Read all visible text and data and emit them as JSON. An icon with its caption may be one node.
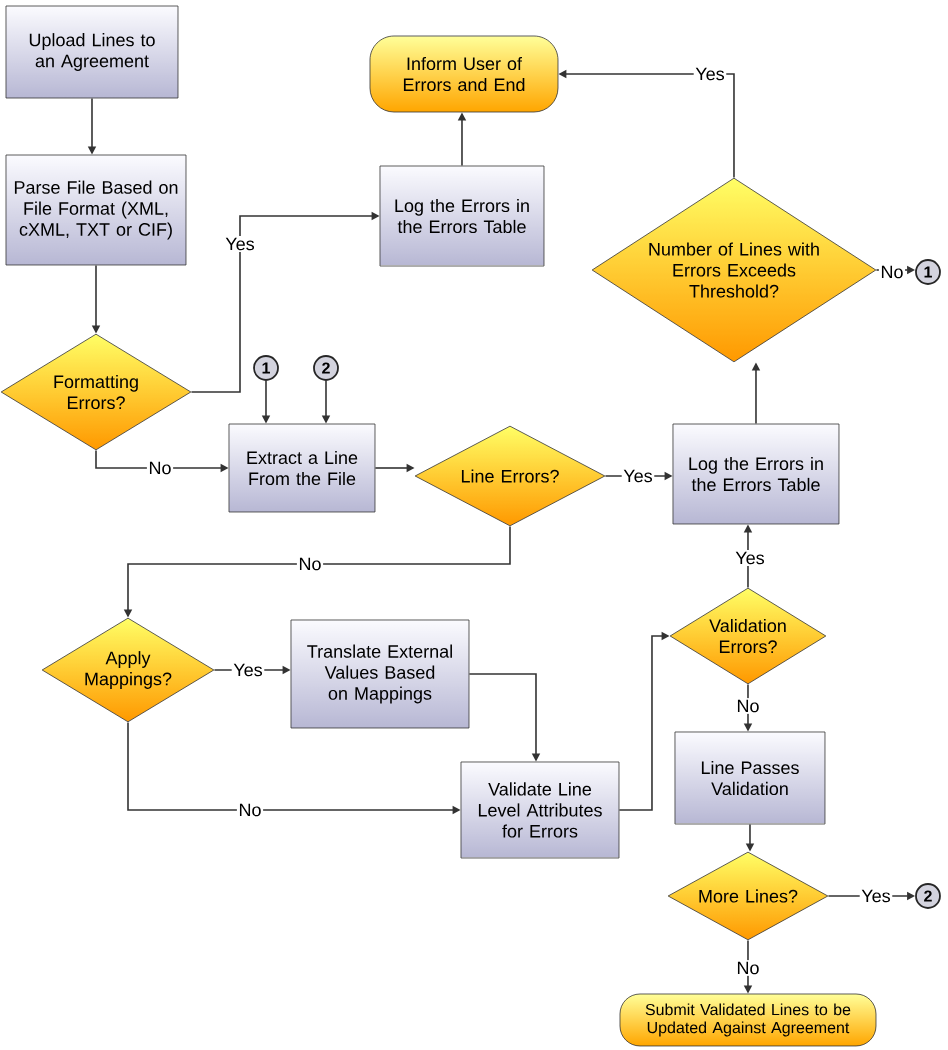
{
  "diagram": {
    "nodes": [
      {
        "text": [
          "Upload Lines to an Agreement"
        ]
      },
      {
        "text": [
          "Parse File Based on File Format (XML, cXML, TXT or CIF)"
        ]
      },
      {
        "text": [
          "Formatting Errors?"
        ]
      },
      {
        "text": [
          "Log the Errors in the Errors Table"
        ]
      },
      {
        "text": [
          "Inform User of Errors and End"
        ]
      },
      {
        "text": [
          "Number of Lines with Errors Exceeds Threshold?"
        ]
      },
      {
        "text": [
          "1"
        ]
      },
      {
        "text": [
          "1"
        ]
      },
      {
        "text": [
          "2"
        ]
      },
      {
        "text": [
          "Extract a Line From the File"
        ]
      },
      {
        "text": [
          "Line Errors?"
        ]
      },
      {
        "text": [
          "Log the Errors in the Errors Table"
        ]
      },
      {
        "text": [
          "Apply Mappings?"
        ]
      },
      {
        "text": [
          "Translate External Values Based on Mappings"
        ]
      },
      {
        "text": [
          "Validate Line Level Attributes for Errors"
        ]
      },
      {
        "text": [
          "Validation Errors?"
        ]
      },
      {
        "text": [
          "Line Passes Validation"
        ]
      },
      {
        "text": [
          "More Lines?"
        ]
      },
      {
        "text": [
          "2"
        ]
      },
      {
        "text": [
          "Submit Validated Lines to be Updated Against Agreement"
        ]
      }
    ],
    "edges": [
      {
        "from": 0,
        "to": 1,
        "arrow": "to"
      },
      {
        "from": 1,
        "to": 2,
        "arrow": "to"
      },
      {
        "from": 2,
        "to": 3,
        "arrow": "to",
        "label": "Yes"
      },
      {
        "from": 2,
        "to": 9,
        "arrow": "to",
        "label": "No"
      },
      {
        "from": 3,
        "to": 4,
        "arrow": "to"
      },
      {
        "from": 5,
        "to": 4,
        "arrow": "to",
        "label": "Yes"
      },
      {
        "from": 5,
        "to": 6,
        "arrow": "to",
        "label": "No"
      },
      {
        "from": 7,
        "to": 9,
        "arrow": "to"
      },
      {
        "from": 8,
        "to": 9,
        "arrow": "to"
      },
      {
        "from": 9,
        "to": 10,
        "arrow": "to"
      },
      {
        "from": 10,
        "to": 11,
        "arrow": "to",
        "label": "Yes"
      },
      {
        "from": 11,
        "to": 5,
        "arrow": "to"
      },
      {
        "from": 10,
        "to": 12,
        "arrow": "to",
        "label": "No"
      },
      {
        "from": 12,
        "to": 13,
        "arrow": "to",
        "label": "Yes"
      },
      {
        "from": 12,
        "to": 14,
        "arrow": "to",
        "label": "No"
      },
      {
        "from": 13,
        "to": 14,
        "arrow": "to"
      },
      {
        "from": 14,
        "to": 15,
        "arrow": "to"
      },
      {
        "from": 15,
        "to": 11,
        "arrow": "to",
        "label": "Yes"
      },
      {
        "from": 15,
        "to": 16,
        "arrow": "to",
        "label": "No"
      },
      {
        "from": 16,
        "to": 17,
        "arrow": "to"
      },
      {
        "from": 17,
        "to": 18,
        "arrow": "to",
        "label": "Yes"
      },
      {
        "from": 17,
        "to": 19,
        "arrow": "to",
        "label": "No"
      }
    ]
  }
}
